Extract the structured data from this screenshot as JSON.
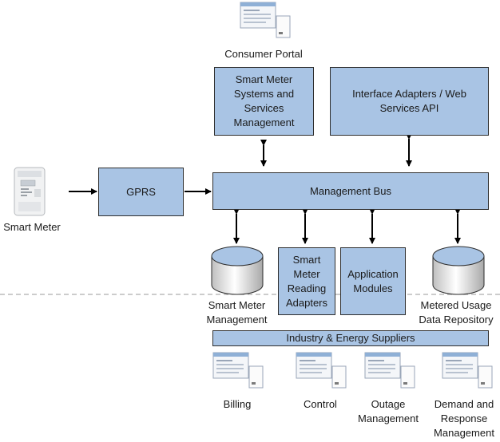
{
  "diagram": {
    "consumer_portal": "Consumer Portal",
    "smart_meter_systems": "Smart Meter Systems and Services Management",
    "interface_adapters": "Interface Adapters / Web Services API",
    "gprs": "GPRS",
    "management_bus": "Management Bus",
    "smart_meter": "Smart Meter",
    "smart_meter_management": "Smart Meter Management",
    "reading_adapters": "Smart Meter Reading Adapters",
    "application_modules": "Application Modules",
    "metered_usage": "Metered Usage Data Repository",
    "industry_suppliers": "Industry & Energy Suppliers",
    "billing": "Billing",
    "control": "Control",
    "outage_management": "Outage Management",
    "demand_response": "Demand and Response Management"
  },
  "colors": {
    "box_fill": "#a9c4e4",
    "border": "#2e2e2e",
    "arrow": "#000000",
    "dashed_line": "#9a9a9a"
  }
}
